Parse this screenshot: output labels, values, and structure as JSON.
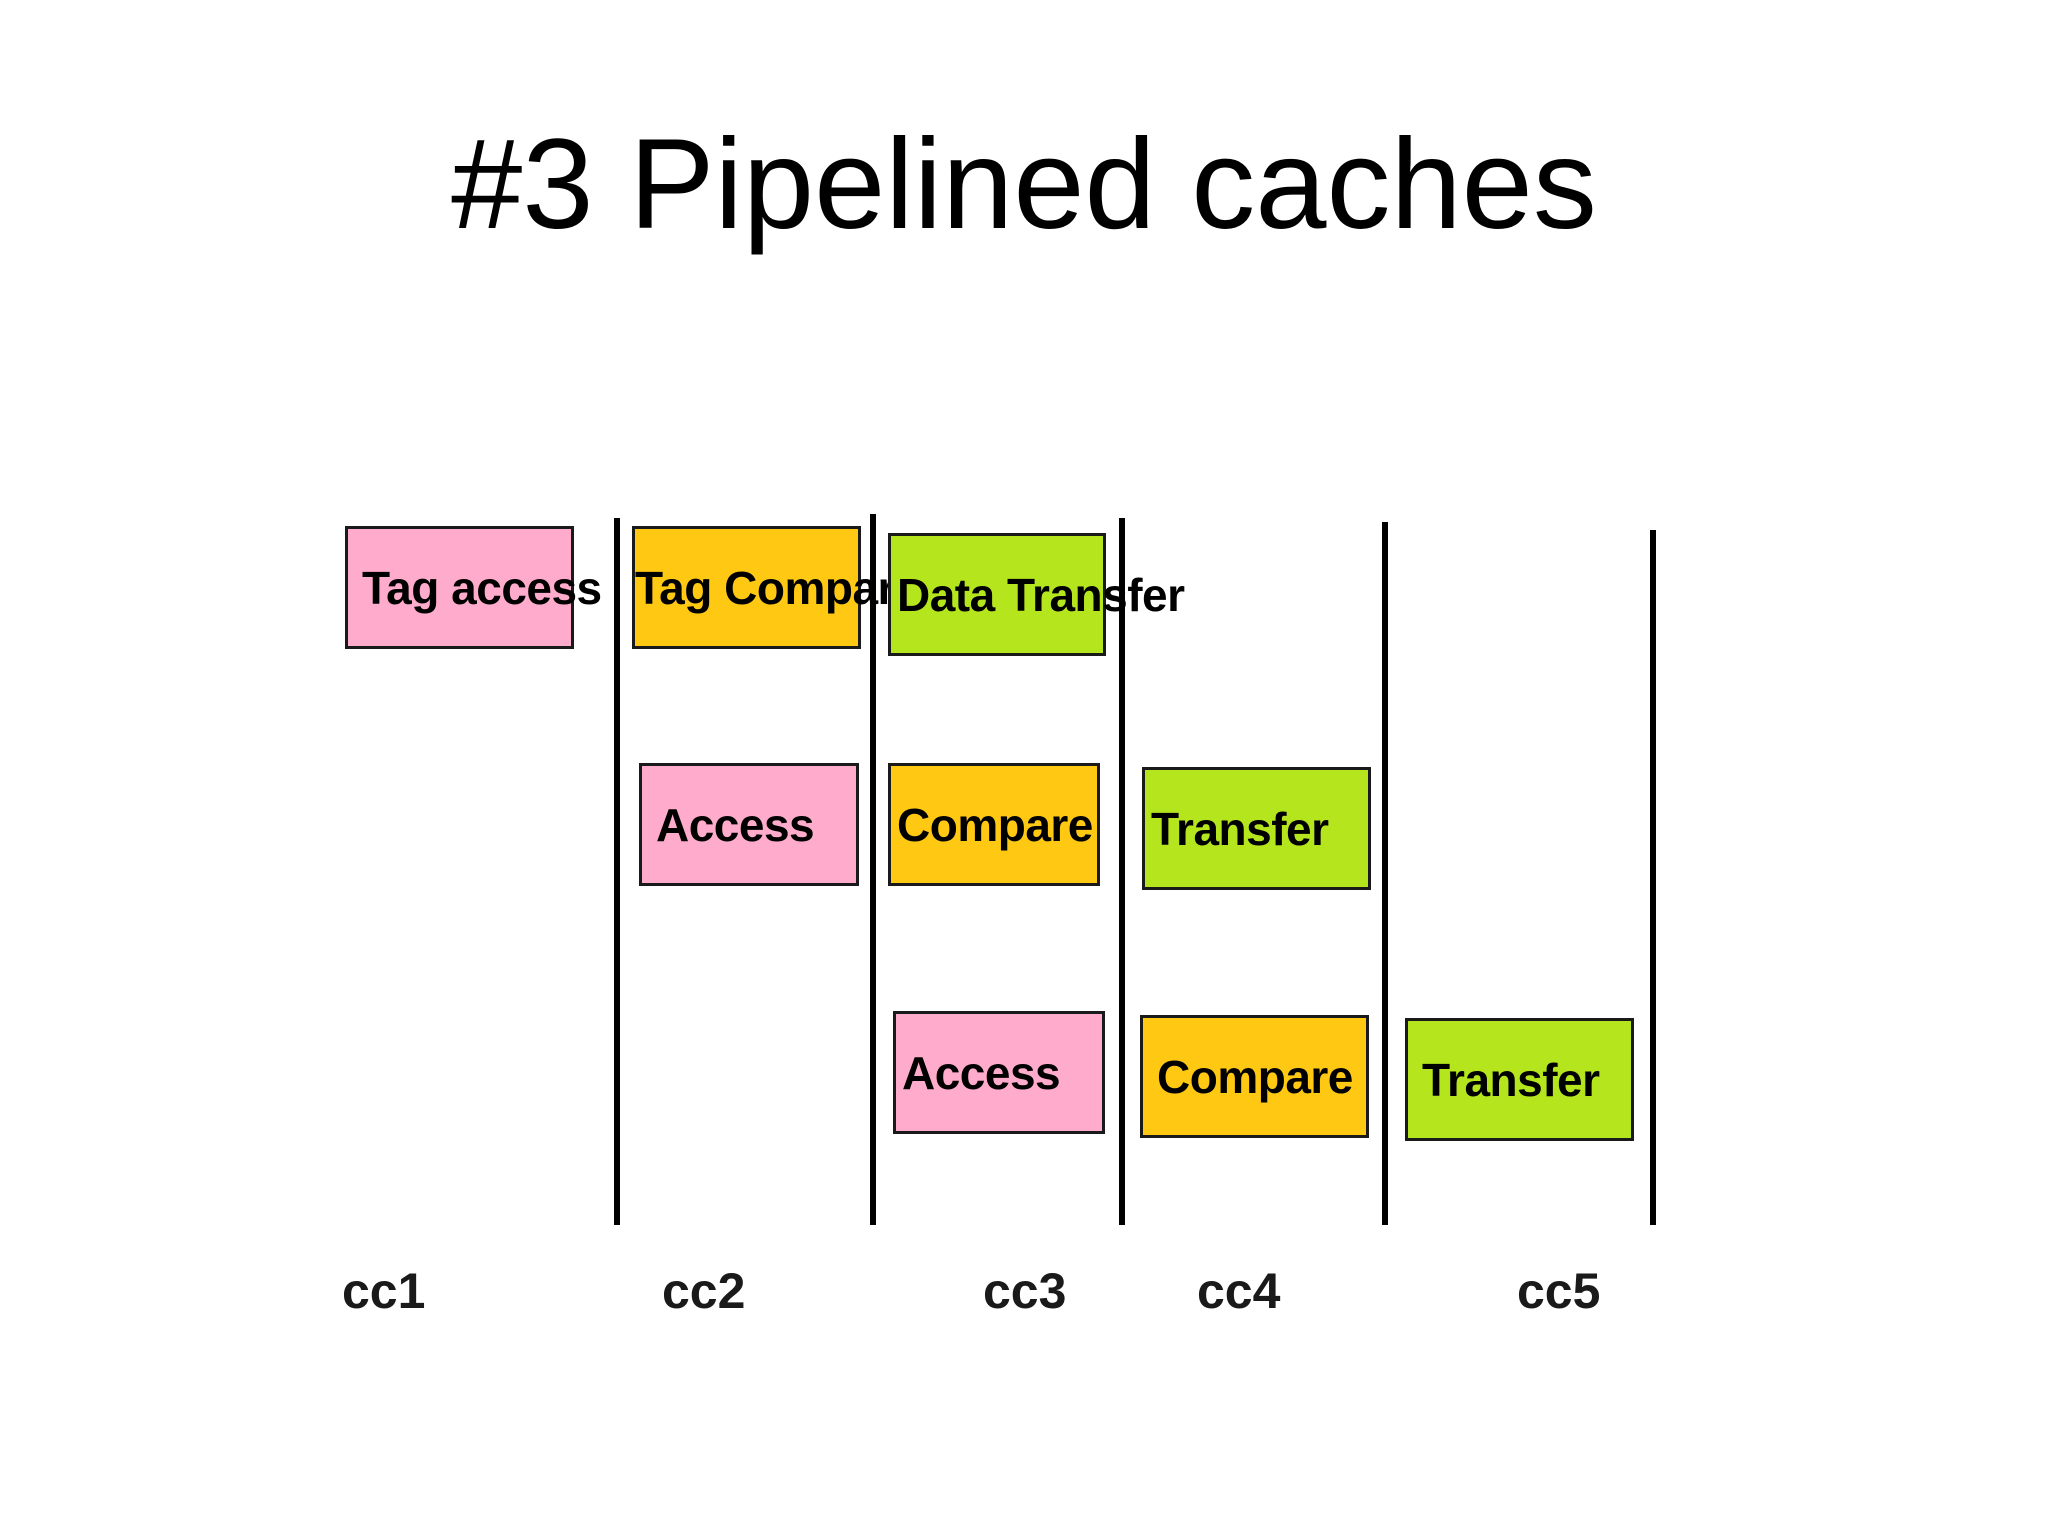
{
  "title": "#3 Pipelined caches",
  "colors": {
    "access": "#ffabcb",
    "compare": "#ffc812",
    "transfer": "#b5e61d",
    "divider": "#000000",
    "background": "#ffffff"
  },
  "rows": [
    {
      "stages": [
        {
          "label": "Tag access",
          "kind": "access",
          "cycle": "cc1"
        },
        {
          "label": "Tag Compare",
          "kind": "compare",
          "cycle": "cc2"
        },
        {
          "label": "Data Transfer",
          "kind": "transfer",
          "cycle": "cc3"
        }
      ]
    },
    {
      "stages": [
        {
          "label": "Access",
          "kind": "access",
          "cycle": "cc2"
        },
        {
          "label": "Compare",
          "kind": "compare",
          "cycle": "cc3"
        },
        {
          "label": "Transfer",
          "kind": "transfer",
          "cycle": "cc4"
        }
      ]
    },
    {
      "stages": [
        {
          "label": "Access",
          "kind": "access",
          "cycle": "cc3"
        },
        {
          "label": "Compare",
          "kind": "compare",
          "cycle": "cc4"
        },
        {
          "label": "Transfer",
          "kind": "transfer",
          "cycle": "cc5"
        }
      ]
    }
  ],
  "cycles": [
    "cc1",
    "cc2",
    "cc3",
    "cc4",
    "cc5"
  ]
}
